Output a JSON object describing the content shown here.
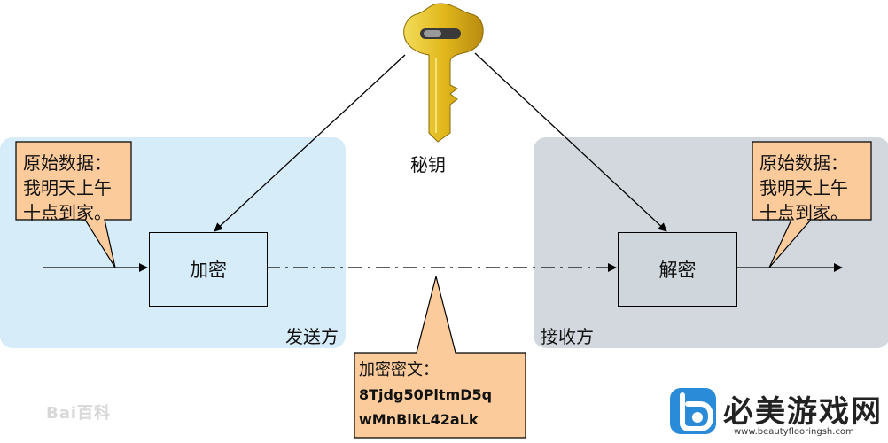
{
  "diagram": {
    "key_label": "秘钥",
    "encrypt_label": "加密",
    "decrypt_label": "解密",
    "sender_label": "发送方",
    "receiver_label": "接收方",
    "left_callout": {
      "line1": "原始数据：",
      "line2": "我明天上午",
      "line3": "十点到家。"
    },
    "right_callout": {
      "line1": "原始数据：",
      "line2": "我明天上午",
      "line3": "十点到家。"
    },
    "cipher_callout": {
      "title": "加密密文：",
      "line1": "8Tjdg50PltmD5q",
      "line2": "wMnBikL42aLk"
    }
  },
  "watermarks": {
    "baidu": "Bai百科",
    "brand_title": "必美游戏网",
    "brand_url": "www.beautyflooringsh.com"
  },
  "colors": {
    "sender_zone": "#d6ecf9",
    "receiver_zone": "#d2d8de",
    "callout_fill": "#fbcb9b",
    "key_gold": "#e8c52a",
    "brand_blue": "#2a8bd8"
  }
}
